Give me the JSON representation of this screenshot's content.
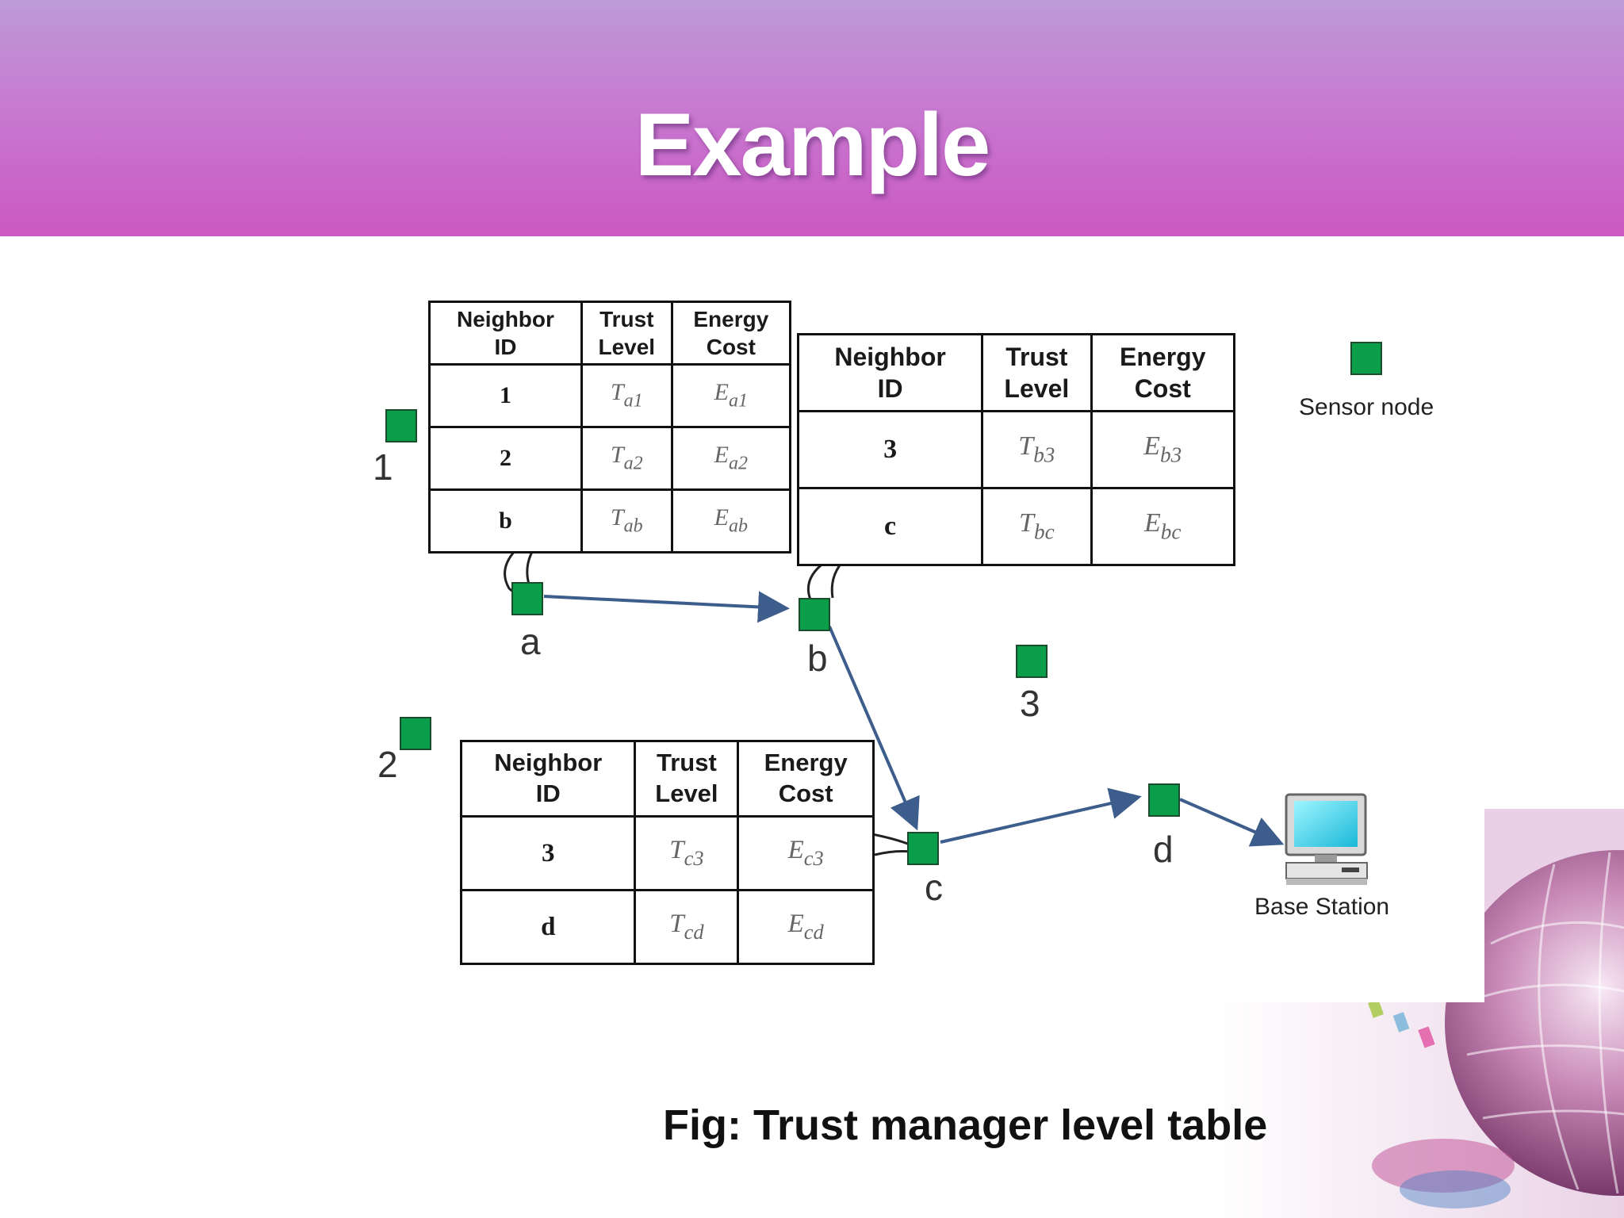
{
  "slide": {
    "title": "Example",
    "caption": "Fig: Trust manager level table"
  },
  "legend": {
    "label": "Sensor node",
    "color": "#0a9e4a"
  },
  "tables": [
    {
      "headers": [
        [
          "Neighbor",
          "ID"
        ],
        [
          "Trust",
          "Level"
        ],
        [
          "Energy",
          "Cost"
        ]
      ],
      "rows": [
        {
          "id": "1",
          "trust": {
            "base": "T",
            "sub": "a1"
          },
          "energy": {
            "base": "E",
            "sub": "a1"
          }
        },
        {
          "id": "2",
          "trust": {
            "base": "T",
            "sub": "a2"
          },
          "energy": {
            "base": "E",
            "sub": "a2"
          }
        },
        {
          "id": "b",
          "trust": {
            "base": "T",
            "sub": "ab"
          },
          "energy": {
            "base": "E",
            "sub": "ab"
          }
        }
      ]
    },
    {
      "headers": [
        [
          "Neighbor",
          "ID"
        ],
        [
          "Trust",
          "Level"
        ],
        [
          "Energy",
          "Cost"
        ]
      ],
      "rows": [
        {
          "id": "3",
          "trust": {
            "base": "T",
            "sub": "b3"
          },
          "energy": {
            "base": "E",
            "sub": "b3"
          }
        },
        {
          "id": "c",
          "trust": {
            "base": "T",
            "sub": "bc"
          },
          "energy": {
            "base": "E",
            "sub": "bc"
          }
        }
      ]
    },
    {
      "headers": [
        [
          "Neighbor",
          "ID"
        ],
        [
          "Trust",
          "Level"
        ],
        [
          "Energy",
          "Cost"
        ]
      ],
      "rows": [
        {
          "id": "3",
          "trust": {
            "base": "T",
            "sub": "c3"
          },
          "energy": {
            "base": "E",
            "sub": "c3"
          }
        },
        {
          "id": "d",
          "trust": {
            "base": "T",
            "sub": "cd"
          },
          "energy": {
            "base": "E",
            "sub": "cd"
          }
        }
      ]
    }
  ],
  "nodes": {
    "n1": "1",
    "n2": "2",
    "n3": "3",
    "a": "a",
    "b": "b",
    "c": "c",
    "d": "d"
  },
  "base_station": {
    "label": "Base Station"
  },
  "colors": {
    "node": "#0a9e4a",
    "arrow": "#3d5e8c",
    "banner_top": "#bd9ad8",
    "banner_bottom": "#cb58c3"
  }
}
